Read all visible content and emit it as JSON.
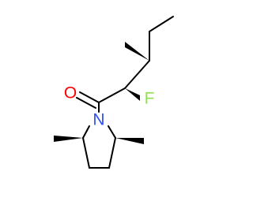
{
  "structure": {
    "atoms": {
      "oxygen": {
        "symbol": "O",
        "color": "#ff0000"
      },
      "fluorine": {
        "symbol": "F",
        "color": "#90e050"
      },
      "nitrogen": {
        "symbol": "N",
        "color": "#3050f8"
      }
    },
    "bond_color": "#000000"
  }
}
